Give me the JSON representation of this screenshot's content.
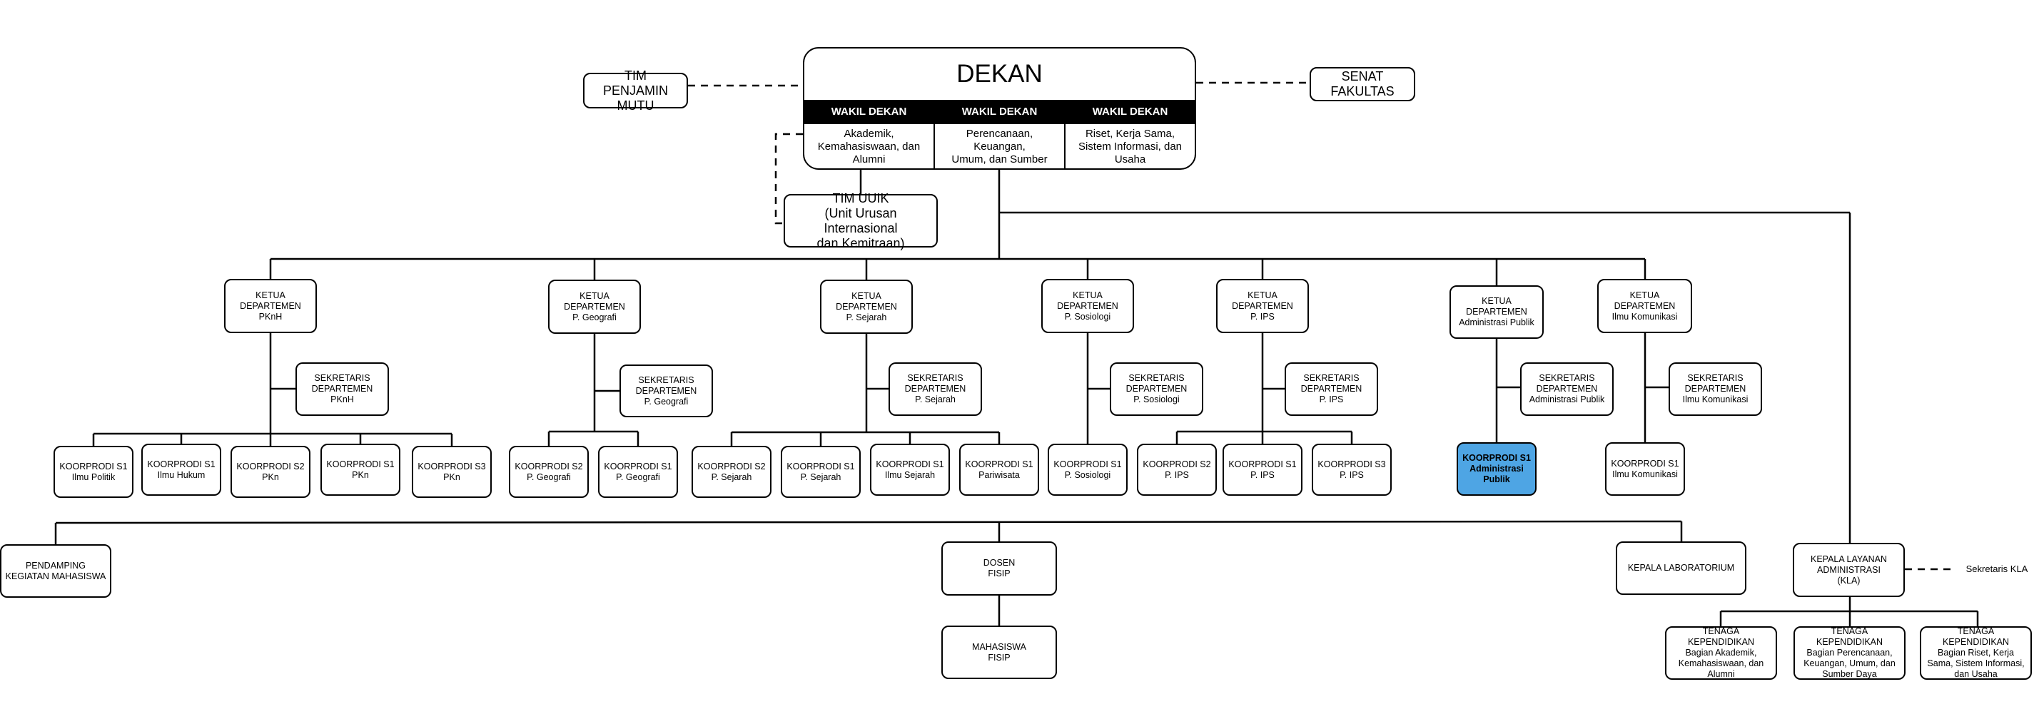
{
  "dekan": {
    "title": "DEKAN",
    "wakil": [
      {
        "head": "WAKIL DEKAN",
        "body": "Akademik,\nKemahasiswaan, dan\nAlumni"
      },
      {
        "head": "WAKIL DEKAN",
        "body": "Perencanaan, Keuangan,\nUmum, dan Sumber\nDaya"
      },
      {
        "head": "WAKIL DEKAN",
        "body": "Riset, Kerja Sama,\nSistem Informasi, dan\nUsaha"
      }
    ]
  },
  "top": {
    "tim_penjamin_mutu": "TIM\nPENJAMIN MUTU",
    "senat_fakultas": "SENAT FAKULTAS",
    "tim_uuik": "TIM UUIK\n(Unit Urusan Internasional\ndan Kemitraan)"
  },
  "departments": [
    {
      "ketua": "KETUA\nDEPARTEMEN\nPKnH",
      "sekretaris": "SEKRETARIS\nDEPARTEMEN\nPKnH",
      "koorprodi": [
        "KOORPRODI S1\nIlmu Politik",
        "KOORPRODI S1\nIlmu Hukum",
        "KOORPRODI S2\nPKn",
        "KOORPRODI S1\nPKn",
        "KOORPRODI S3\nPKn"
      ]
    },
    {
      "ketua": "KETUA\nDEPARTEMEN\nP. Geografi",
      "sekretaris": "SEKRETARIS\nDEPARTEMEN\nP. Geografi",
      "koorprodi": [
        "KOORPRODI S2\nP. Geografi",
        "KOORPRODI S1\nP. Geografi"
      ]
    },
    {
      "ketua": "KETUA\nDEPARTEMEN\nP. Sejarah",
      "sekretaris": "SEKRETARIS\nDEPARTEMEN\nP. Sejarah",
      "koorprodi": [
        "KOORPRODI S2\nP. Sejarah",
        "KOORPRODI S1\nP. Sejarah",
        "KOORPRODI S1\nIlmu Sejarah",
        "KOORPRODI S1\nPariwisata"
      ]
    },
    {
      "ketua": "KETUA\nDEPARTEMEN\nP. Sosiologi",
      "sekretaris": "SEKRETARIS\nDEPARTEMEN\nP. Sosiologi",
      "koorprodi": [
        "KOORPRODI S1\nP. Sosiologi"
      ]
    },
    {
      "ketua": "KETUA\nDEPARTEMEN\nP. IPS",
      "sekretaris": "SEKRETARIS\nDEPARTEMEN\nP. IPS",
      "koorprodi": [
        "KOORPRODI S2\nP. IPS",
        "KOORPRODI S1\nP. IPS",
        "KOORPRODI S3\nP. IPS"
      ]
    },
    {
      "ketua": "KETUA\nDEPARTEMEN\nAdministrasi Publik",
      "sekretaris": "SEKRETARIS\nDEPARTEMEN\nAdministrasi Publik",
      "koorprodi": [
        "KOORPRODI S1\nAdministrasi\nPublik"
      ]
    },
    {
      "ketua": "KETUA\nDEPARTEMEN\nIlmu Komunikasi",
      "sekretaris": "SEKRETARIS\nDEPARTEMEN\nIlmu Komunikasi",
      "koorprodi": [
        "KOORPRODI S1\nIlmu Komunikasi"
      ]
    }
  ],
  "bottom": {
    "pendamping": "PENDAMPING\nKEGIATAN MAHASISWA",
    "dosen": "DOSEN\nFISIP",
    "mahasiswa": "MAHASISWA\nFISIP",
    "kepala_lab": "KEPALA LABORATORIUM"
  },
  "kla": {
    "title": "KEPALA LAYANAN\nADMINISTRASI\n(KLA)",
    "sekretaris": "Sekretaris KLA",
    "tendik": [
      "TENAGA KEPENDIDIKAN\nBagian Akademik,\nKemahasiswaan, dan\nAlumni",
      "TENAGA KEPENDIDIKAN\nBagian Perencanaan,\nKeuangan, Umum, dan\nSumber Daya",
      "TENAGA KEPENDIDIKAN\nBagian Riset, Kerja\nSama, Sistem Informasi,\ndan Usaha"
    ]
  },
  "colors": {
    "highlight": "#4ea5e4",
    "line": "#000000"
  }
}
